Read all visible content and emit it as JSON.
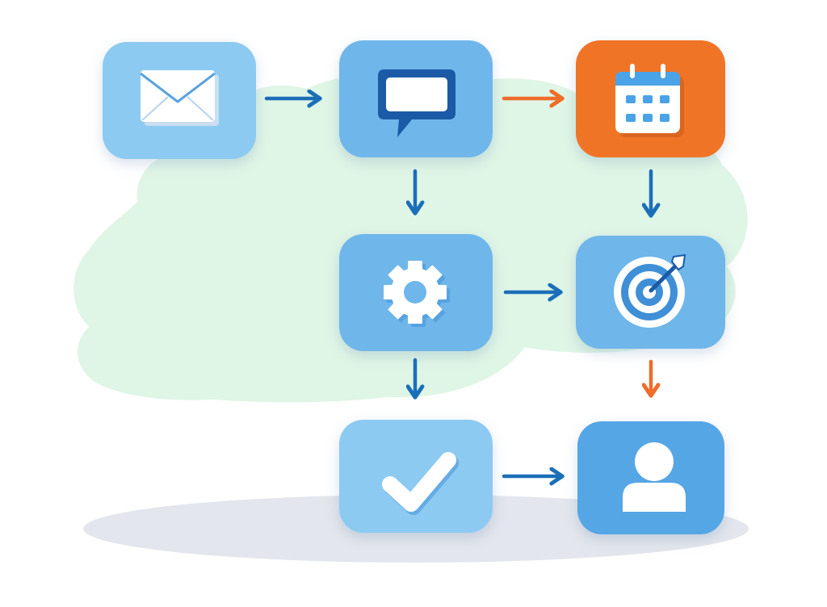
{
  "colors": {
    "background": "#ffffff",
    "cloud": "#dff5e6",
    "shadow": "#e3e6ec",
    "tile_light": "#8ccaf2",
    "tile_mid": "#6fb6ea",
    "tile_dark": "#55a6e5",
    "tile_accent": "#f07426",
    "arrow_blue": "#1b6fb8",
    "arrow_orange": "#ee6d2a",
    "icon_white": "#ffffff",
    "icon_navy": "#1b5aa6"
  },
  "nodes": [
    {
      "id": "email",
      "icon": "envelope-icon",
      "fill": "tile_light"
    },
    {
      "id": "message",
      "icon": "chat-bubble-icon",
      "fill": "tile_mid"
    },
    {
      "id": "calendar",
      "icon": "calendar-icon",
      "fill": "tile_accent"
    },
    {
      "id": "settings",
      "icon": "gear-icon",
      "fill": "tile_mid"
    },
    {
      "id": "target",
      "icon": "target-icon",
      "fill": "tile_mid"
    },
    {
      "id": "approve",
      "icon": "checkmark-icon",
      "fill": "tile_light"
    },
    {
      "id": "user",
      "icon": "user-icon",
      "fill": "tile_dark"
    }
  ],
  "edges": [
    {
      "from": "email",
      "to": "message",
      "color": "arrow_blue"
    },
    {
      "from": "message",
      "to": "calendar",
      "color": "arrow_orange"
    },
    {
      "from": "message",
      "to": "settings",
      "color": "arrow_blue"
    },
    {
      "from": "calendar",
      "to": "target",
      "color": "arrow_blue"
    },
    {
      "from": "settings",
      "to": "target",
      "color": "arrow_blue"
    },
    {
      "from": "settings",
      "to": "approve",
      "color": "arrow_blue"
    },
    {
      "from": "target",
      "to": "user",
      "color": "arrow_orange"
    },
    {
      "from": "approve",
      "to": "user",
      "color": "arrow_blue"
    }
  ]
}
